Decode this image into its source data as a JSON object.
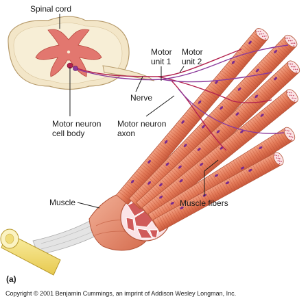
{
  "labels": {
    "spinal_cord": "Spinal cord",
    "motor_neuron_cell_body_1": "Motor neuron",
    "motor_neuron_cell_body_2": "cell body",
    "nerve": "Nerve",
    "motor_unit_1_line1": "Motor",
    "motor_unit_1_line2": "unit 1",
    "motor_unit_2_line1": "Motor",
    "motor_unit_2_line2": "unit 2",
    "motor_neuron_axon_1": "Motor neuron",
    "motor_neuron_axon_2": "axon",
    "muscle": "Muscle",
    "muscle_fibers": "Muscle fibers",
    "panel": "(a)"
  },
  "copyright": "Copyright © 2001 Benjamin Cummings, an imprint of Addison Wesley Longman, Inc.",
  "colors": {
    "cord_outer": "#f3e6c8",
    "gray_matter": "#e2776f",
    "fiber": "#e98a6a",
    "fiber_stripe": "#b84a2e",
    "fiber_cap": "#fbe3e6",
    "nucleus": "#7b2a8c",
    "axon_motor_unit_1": "#b3224f",
    "axon_motor_unit_2": "#8b3a9b",
    "tendon": "#d8d8d8",
    "bone": "#f3e07a"
  }
}
